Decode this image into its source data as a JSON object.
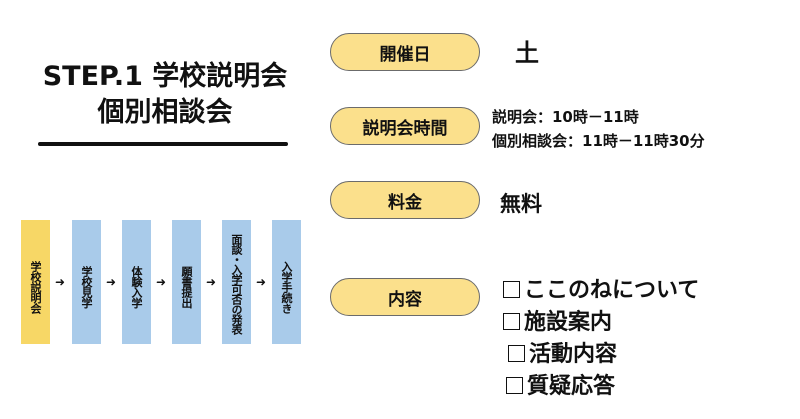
{
  "heading": {
    "line1": "STEP.1 学校説明会",
    "line2": "個別相談会"
  },
  "flow": [
    {
      "label": "学校説明会",
      "active": true
    },
    {
      "label": "学校見学",
      "active": false
    },
    {
      "label": "体験入学",
      "active": false
    },
    {
      "label": "願書提出",
      "active": false
    },
    {
      "label": "面談・入学可否の発表",
      "active": false
    },
    {
      "label": "入学手続き",
      "active": false
    }
  ],
  "flow_arrow": "➜",
  "details": {
    "date": {
      "label": "開催日",
      "value": "土"
    },
    "time": {
      "label": "説明会時間",
      "line1": "説明会：10時－11時",
      "line2": "個別相談会：11時－11時30分"
    },
    "fee": {
      "label": "料金",
      "value": "無料"
    },
    "content": {
      "label": "内容",
      "items": [
        "ここのねについて",
        "施設案内",
        "活動内容",
        "質疑応答"
      ]
    }
  },
  "colors": {
    "pill_fill": "#fbe08c",
    "flow_active": "#f7d766",
    "flow_box": "#a9cbea"
  }
}
